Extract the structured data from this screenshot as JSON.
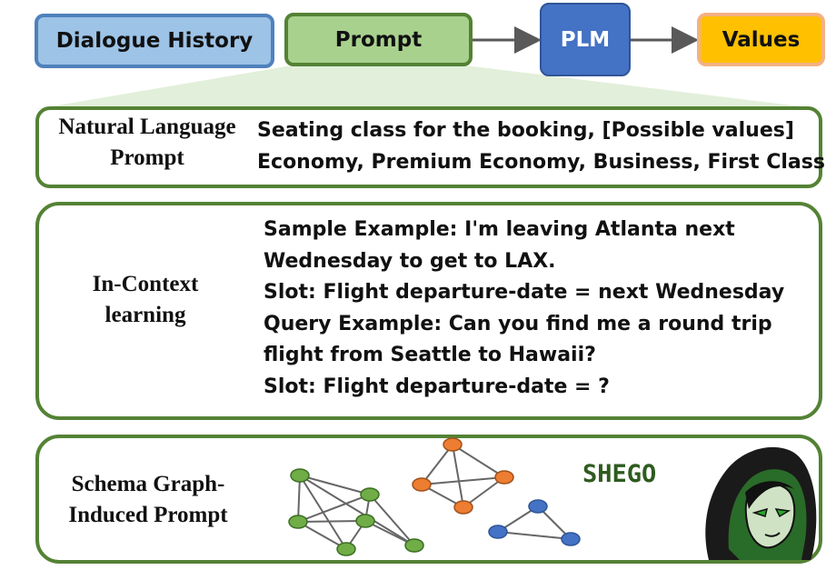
{
  "top_row": {
    "dialogue_history": "Dialogue History",
    "prompt": "Prompt",
    "plm": "PLM",
    "values": "Values"
  },
  "natural_language": {
    "label_line1": "Natural Language",
    "label_line2": "Prompt",
    "text_line1": "Seating class for the booking, [Possible values]",
    "text_line2": "Economy, Premium Economy, Business, First Class"
  },
  "in_context": {
    "label_line1": "In-Context",
    "label_line2": "learning",
    "lines": [
      "Sample Example: I'm leaving Atlanta next",
      "Wednesday to get to LAX.",
      "Slot: Flight departure-date = next Wednesday",
      "Query Example: Can you find me a round trip",
      "flight from Seattle to Hawaii?",
      "Slot: Flight departure-date = ?"
    ]
  },
  "schema": {
    "label_line1": "Schema Graph-",
    "label_line2": "Induced Prompt",
    "logo_text": "SHEGO"
  },
  "colors": {
    "green_graph": "#70ad47",
    "orange_graph": "#ed7d31",
    "blue_graph": "#4472c4",
    "panel_border": "#548235"
  }
}
